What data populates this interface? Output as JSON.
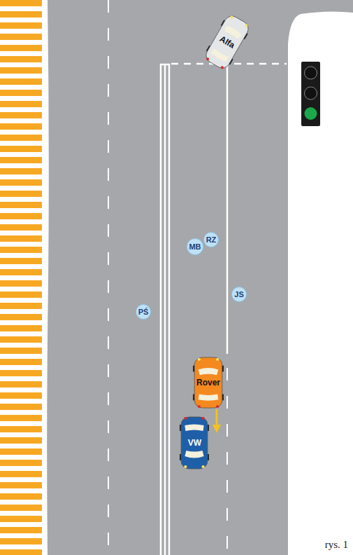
{
  "diagram": {
    "caption": "rys. 1",
    "nodes": [
      {
        "text": [
          "Alfa"
        ]
      },
      {
        "text": [
          "RZ"
        ]
      },
      {
        "text": [
          "MB"
        ]
      },
      {
        "text": [
          "JS"
        ]
      },
      {
        "text": [
          "PŚ"
        ]
      },
      {
        "text": [
          "Rover"
        ]
      },
      {
        "text": [
          "VW"
        ]
      }
    ]
  }
}
